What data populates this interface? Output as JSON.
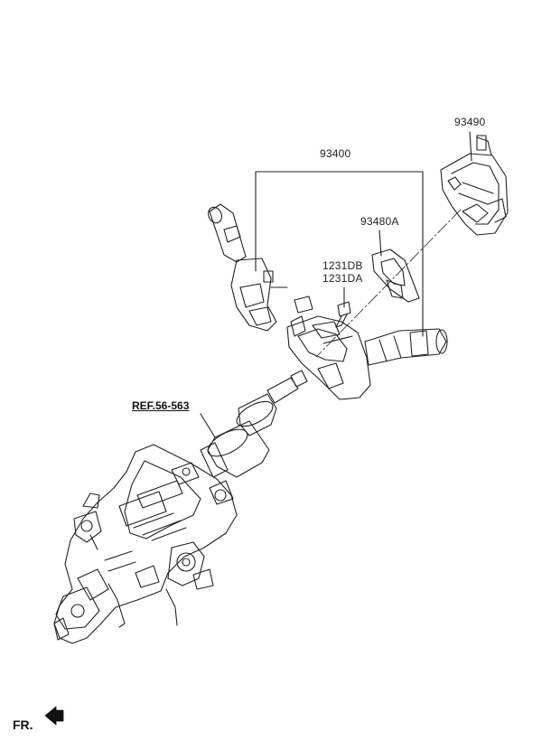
{
  "labels": {
    "p93400": "93400",
    "p93490": "93490",
    "p93480a": "93480A",
    "p1231db": "1231DB",
    "p1231da": "1231DA",
    "ref": "REF.56-563",
    "fr": "FR."
  },
  "icons": {
    "front_arrow": "arrow-icon"
  },
  "colors": {
    "line": "#222222",
    "background": "#ffffff"
  }
}
